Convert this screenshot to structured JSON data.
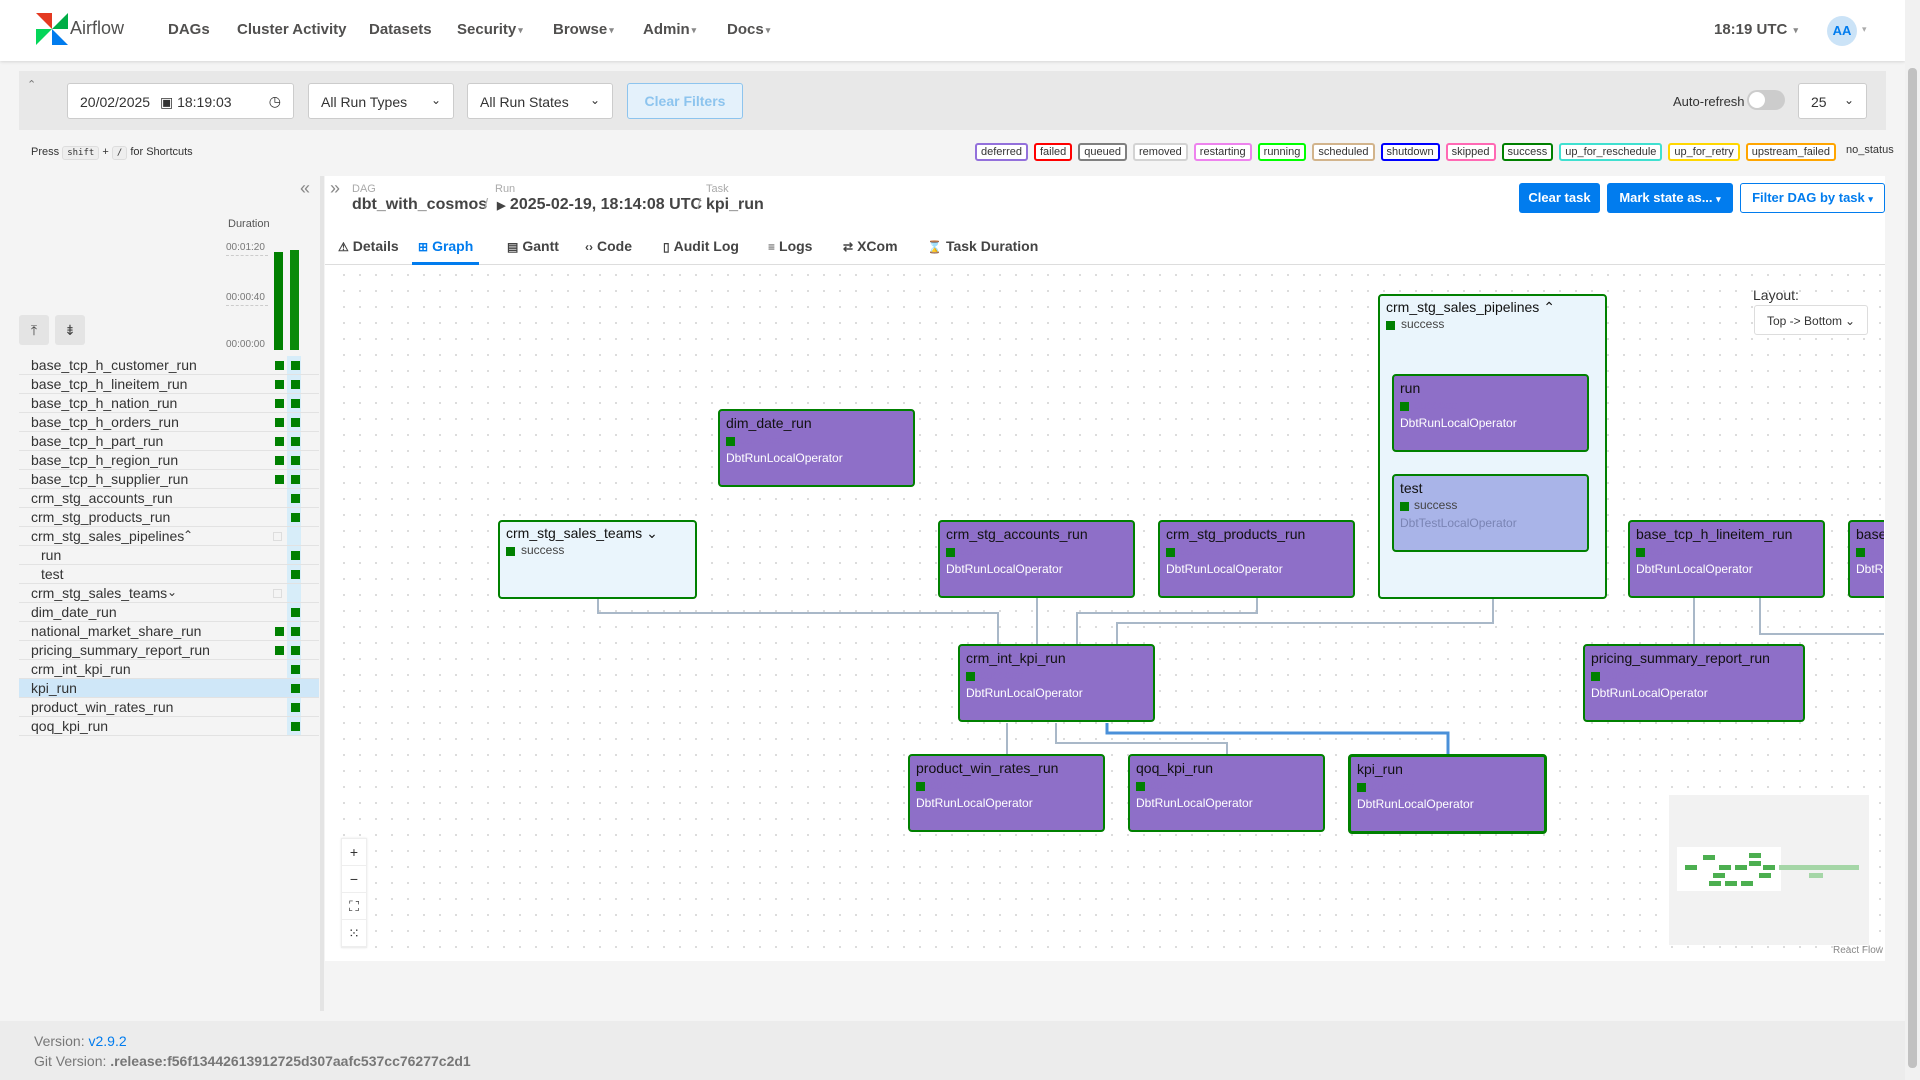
{
  "colors": {
    "accent": "#017cee",
    "success": "#008000",
    "operator_run": "#8e6fc8",
    "operator_test": "#a9b4e8",
    "group_bg": "#eaf5fc"
  },
  "navbar": {
    "brand": "Airflow",
    "items": [
      {
        "label": "DAGs"
      },
      {
        "label": "Cluster Activity"
      },
      {
        "label": "Datasets"
      },
      {
        "label": "Security"
      },
      {
        "label": "Browse"
      },
      {
        "label": "Admin"
      },
      {
        "label": "Docs"
      }
    ],
    "clock": "18:19 UTC",
    "avatar": "AA"
  },
  "filters": {
    "date": "20/02/2025",
    "time": "18:19:03",
    "run_types": "All Run Types",
    "run_states": "All Run States",
    "clear_label": "Clear Filters",
    "auto_refresh_label": "Auto-refresh",
    "page_size": "25"
  },
  "shortcuts": {
    "press": "Press",
    "key1": "shift",
    "plus": "+",
    "key2": "/",
    "suffix": "for Shortcuts"
  },
  "legend": [
    {
      "label": "deferred",
      "color": "#9370db"
    },
    {
      "label": "failed",
      "color": "#ff0000"
    },
    {
      "label": "queued",
      "color": "#808080"
    },
    {
      "label": "removed",
      "color": "#d3d3d3"
    },
    {
      "label": "restarting",
      "color": "#ee82ee"
    },
    {
      "label": "running",
      "color": "#00ff00"
    },
    {
      "label": "scheduled",
      "color": "#d2b48c"
    },
    {
      "label": "shutdown",
      "color": "#0000ff"
    },
    {
      "label": "skipped",
      "color": "#ff69b4"
    },
    {
      "label": "success",
      "color": "#008000"
    },
    {
      "label": "up_for_reschedule",
      "color": "#40e0d0"
    },
    {
      "label": "up_for_retry",
      "color": "#ffd700"
    },
    {
      "label": "upstream_failed",
      "color": "#ffa500"
    },
    {
      "label": "no_status",
      "color": "#ffffff"
    }
  ],
  "duration": {
    "label": "Duration",
    "ticks": [
      "00:01:20",
      "00:00:40",
      "00:00:00"
    ]
  },
  "tree": [
    {
      "name": "base_tcp_h_customer_run"
    },
    {
      "name": "base_tcp_h_lineitem_run"
    },
    {
      "name": "base_tcp_h_nation_run"
    },
    {
      "name": "base_tcp_h_orders_run"
    },
    {
      "name": "base_tcp_h_part_run"
    },
    {
      "name": "base_tcp_h_region_run"
    },
    {
      "name": "base_tcp_h_supplier_run"
    },
    {
      "name": "crm_stg_accounts_run"
    },
    {
      "name": "crm_stg_products_run"
    },
    {
      "name": "crm_stg_sales_pipelines"
    },
    {
      "name": "run"
    },
    {
      "name": "test"
    },
    {
      "name": "crm_stg_sales_teams"
    },
    {
      "name": "dim_date_run"
    },
    {
      "name": "national_market_share_run"
    },
    {
      "name": "pricing_summary_report_run"
    },
    {
      "name": "crm_int_kpi_run"
    },
    {
      "name": "kpi_run"
    },
    {
      "name": "product_win_rates_run"
    },
    {
      "name": "qoq_kpi_run"
    }
  ],
  "header": {
    "dag_label": "DAG",
    "dag": "dbt_with_cosmos",
    "run_label": "Run",
    "run": "2025-02-19, 18:14:08 UTC",
    "task_label": "Task",
    "task": "kpi_run",
    "clear_task": "Clear task",
    "mark_state": "Mark state as...",
    "filter_dag": "Filter DAG by task"
  },
  "tabs": [
    {
      "label": "Details"
    },
    {
      "label": "Graph"
    },
    {
      "label": "Gantt"
    },
    {
      "label": "Code"
    },
    {
      "label": "Audit Log"
    },
    {
      "label": "Logs"
    },
    {
      "label": "XCom"
    },
    {
      "label": "Task Duration"
    }
  ],
  "graph": {
    "layout_label": "Layout:",
    "layout_value": "Top -> Bottom",
    "state": "success",
    "op_run": "DbtRunLocalOperator",
    "op_test": "DbtTestLocalOperator",
    "nodes": {
      "dim_date_run": "dim_date_run",
      "crm_stg_sales_teams": "crm_stg_sales_teams",
      "crm_stg_accounts_run": "crm_stg_accounts_run",
      "crm_stg_products_run": "crm_stg_products_run",
      "crm_stg_sales_pipelines": "crm_stg_sales_pipelines",
      "run": "run",
      "test": "test",
      "base_tcp_h_lineitem_run": "base_tcp_h_lineitem_run",
      "base_partial": "base",
      "crm_int_kpi_run": "crm_int_kpi_run",
      "pricing_summary_report_run": "pricing_summary_report_run",
      "product_win_rates_run": "product_win_rates_run",
      "qoq_kpi_run": "qoq_kpi_run",
      "kpi_run": "kpi_run"
    },
    "reactflow": "React Flow"
  },
  "footer": {
    "version_label": "Version:",
    "version": "v2.9.2",
    "git_label": "Git Version:",
    "git": ".release:f56f13442613912725d307aafc537cc76277c2d1"
  }
}
